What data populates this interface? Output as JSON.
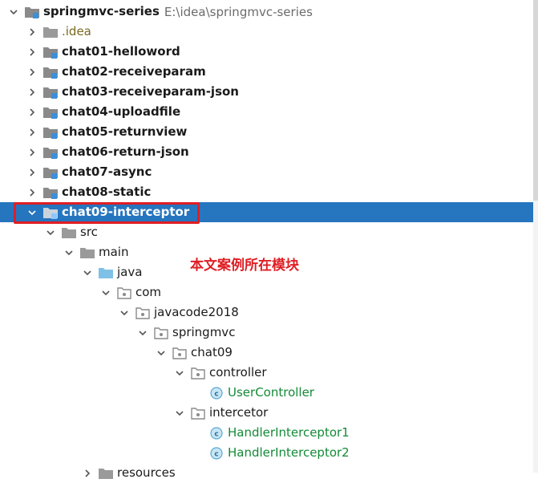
{
  "tree": {
    "root": {
      "label": "springmvc-series",
      "path": "E:\\idea\\springmvc-series"
    },
    "items": [
      {
        "label": ".idea"
      },
      {
        "label": "chat01-helloword"
      },
      {
        "label": "chat02-receiveparam"
      },
      {
        "label": "chat03-receiveparam-json"
      },
      {
        "label": "chat04-uploadfile"
      },
      {
        "label": "chat05-returnview"
      },
      {
        "label": "chat06-return-json"
      },
      {
        "label": "chat07-async"
      },
      {
        "label": "chat08-static"
      },
      {
        "label": "chat09-interceptor"
      },
      {
        "label": "src"
      },
      {
        "label": "main"
      },
      {
        "label": "java"
      },
      {
        "label": "com"
      },
      {
        "label": "javacode2018"
      },
      {
        "label": "springmvc"
      },
      {
        "label": "chat09"
      },
      {
        "label": "controller"
      },
      {
        "label": "UserController"
      },
      {
        "label": "intercetor"
      },
      {
        "label": "HandlerInterceptor1"
      },
      {
        "label": "HandlerInterceptor2"
      },
      {
        "label": "resources"
      }
    ]
  },
  "annotation": {
    "text": "本文案例所在模块"
  },
  "colors": {
    "selection": "#2675bf",
    "highlight_box": "#e01e24",
    "class_name": "#138a36",
    "module_folder": "#8a8a8a",
    "source_folder": "#7fc1e6"
  }
}
